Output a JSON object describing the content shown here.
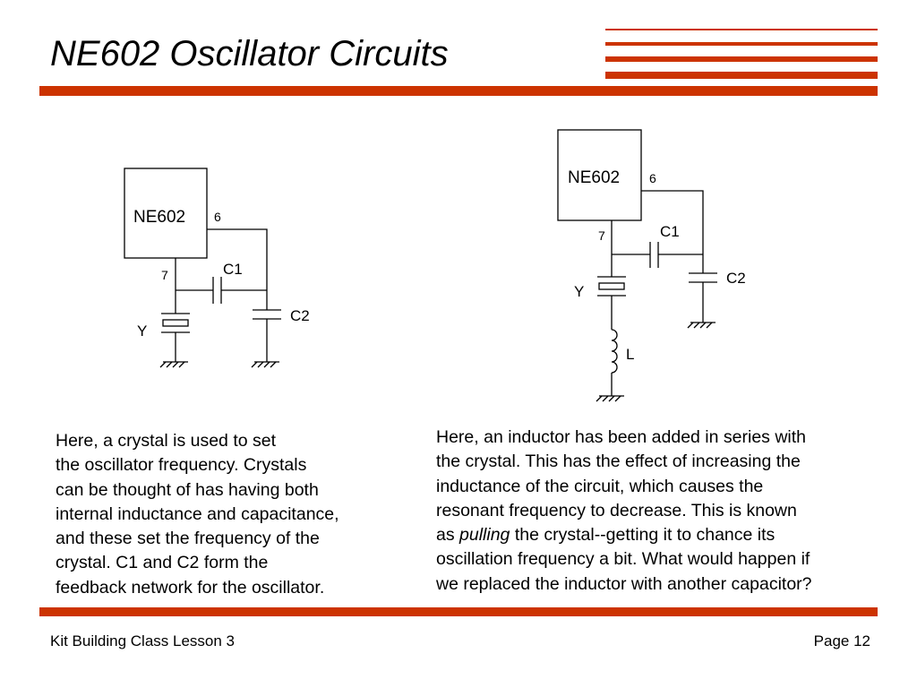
{
  "slide": {
    "title": "NE602 Oscillator Circuits",
    "accent_color": "#cc3300"
  },
  "left_circuit": {
    "chip_label": "NE602",
    "pin_top": "6",
    "pin_bottom": "7",
    "cap_c1": "C1",
    "cap_c2": "C2",
    "crystal": "Y"
  },
  "right_circuit": {
    "chip_label": "NE602",
    "pin_top": "6",
    "pin_bottom": "7",
    "cap_c1": "C1",
    "cap_c2": "C2",
    "crystal": "Y",
    "inductor": "L"
  },
  "text": {
    "left_paragraph": [
      "Here, a crystal is used to set",
      "the oscillator frequency. Crystals",
      "can be thought of has having both",
      "internal inductance and capacitance,",
      "and these set the frequency of the",
      "crystal. C1 and C2 form the",
      "feedback network for the oscillator."
    ],
    "right_paragraph": {
      "line1": "Here, an inductor has been added in series with",
      "line2": "the crystal. This has the effect of increasing the",
      "line3": "inductance of the circuit, which causes the",
      "line4": "resonant frequency to decrease. This is known",
      "line5_prefix": "as ",
      "line5_emphasis": "pulling",
      "line5_suffix": " the crystal--getting it to chance its",
      "line6": "oscillation frequency a bit. What would happen if",
      "line7": "we replaced the inductor with another capacitor?"
    }
  },
  "footer": {
    "left": "Kit Building Class Lesson 3",
    "right": "Page 12"
  }
}
